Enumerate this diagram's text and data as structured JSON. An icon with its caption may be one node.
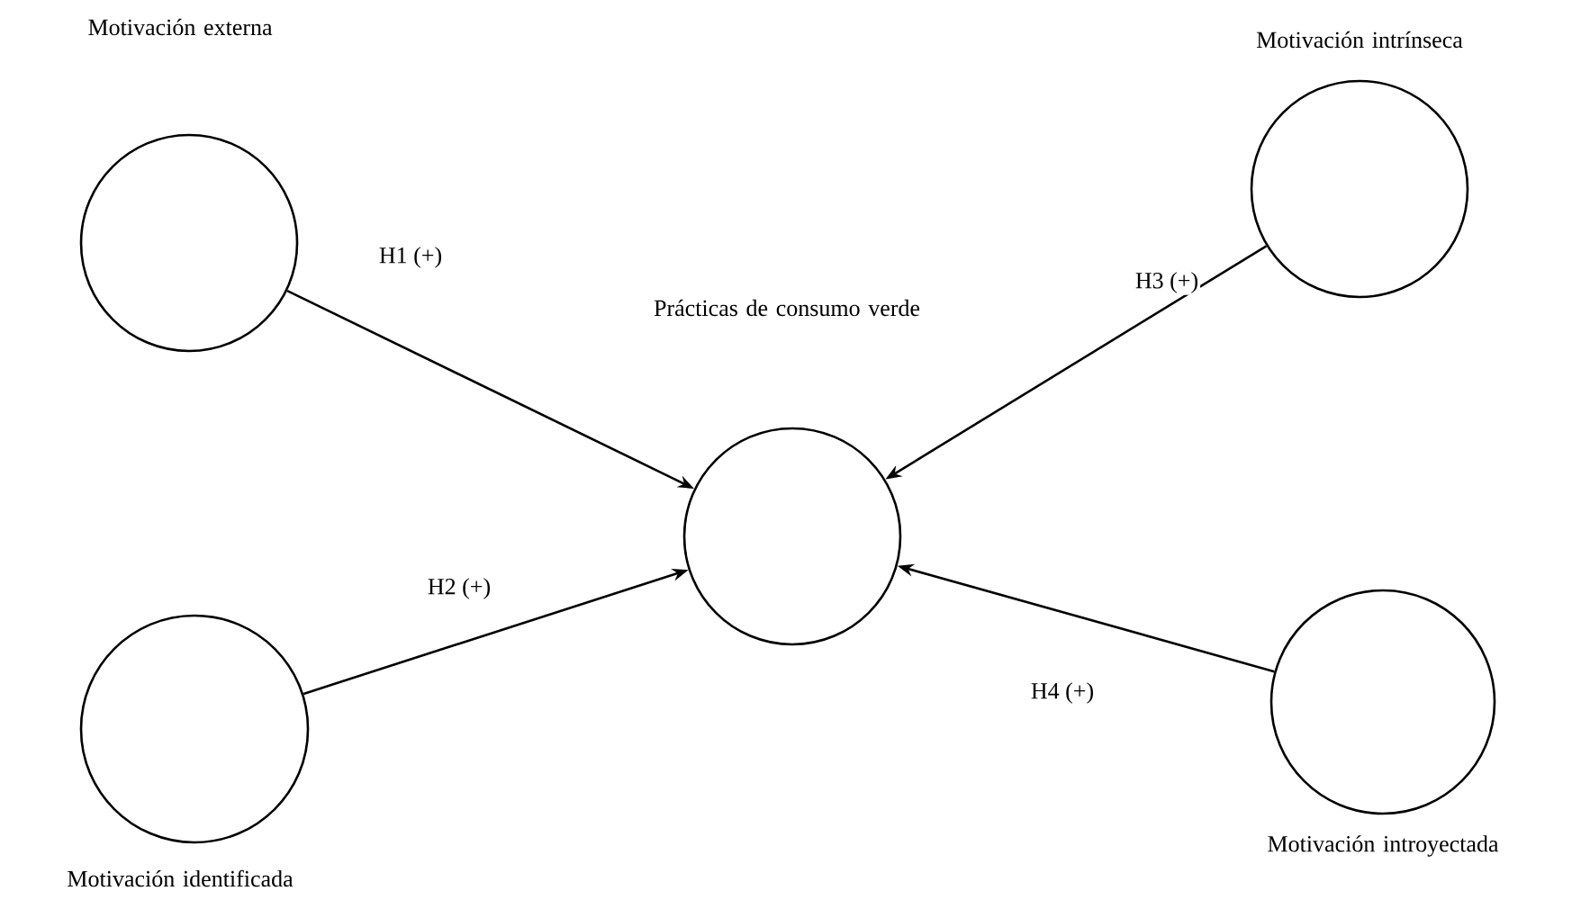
{
  "diagram": {
    "nodes": [
      {
        "text": [
          "Motivación externa"
        ]
      },
      {
        "text": [
          "Motivación intrínseca"
        ]
      },
      {
        "text": [
          "Prácticas de consumo verde"
        ]
      },
      {
        "text": [
          "Motivación identificada"
        ]
      },
      {
        "text": [
          "Motivación introyectada"
        ]
      }
    ],
    "edges": [
      {
        "from": 0,
        "to": 2,
        "arrow": "to",
        "label": "H1 (+)"
      },
      {
        "from": 1,
        "to": 2,
        "arrow": "to",
        "label": "H3 (+)"
      },
      {
        "from": 3,
        "to": 2,
        "arrow": "to",
        "label": "H2 (+)"
      },
      {
        "from": 4,
        "to": 2,
        "arrow": "to",
        "label": "H4 (+)"
      }
    ]
  }
}
